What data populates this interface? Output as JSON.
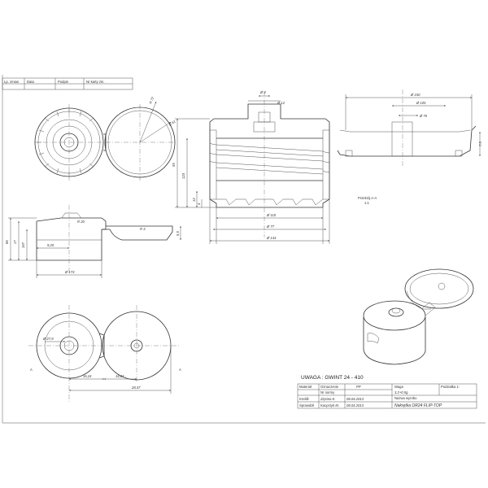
{
  "revision_table": {
    "headers": [
      "Lp. zmian",
      "Data",
      "Podpis",
      "Nr karty zm."
    ]
  },
  "dimensions": {
    "r72": "R 72",
    "r61": "R 61",
    "d4": "Ø 4",
    "d12": "Ø 12",
    "h55": "55",
    "h123": "123",
    "h12": "12",
    "h4": "4",
    "d110": "Ø 110",
    "d77": "Ø 77",
    "d144": "Ø 144",
    "d150": "Ø 150",
    "d105": "Ø 105",
    "d70": "Ø 70",
    "h75": "7,5",
    "side_h1": "86",
    "side_h2": "17",
    "side_h3": "167",
    "side_w1": "9,20",
    "side_d": "Ø 173",
    "side_r": "R 4",
    "side_r2": "R 20",
    "side_s": "5,5",
    "bot_d": "Ø 27,9",
    "bot_w1": "16,24",
    "bot_w2": "16,24",
    "bot_w3": "28,47"
  },
  "section_label": {
    "line1": "Przekrój A-A",
    "line2": "1:1"
  },
  "note": "UWAGA : GWINT 24 - 410",
  "title_block": {
    "material_label": "Materiał",
    "material_value": "PP",
    "oznaczenie_label": "Oznaczenie",
    "nr_normy_label": "Nr normy",
    "waga_label": "Waga",
    "waga_value": "3,2+0,5g",
    "podzialka_label": "Podziałka 1:",
    "kreslil_label": "Kreślił",
    "kreslil_name": "Zięcina K.",
    "kreslil_date": "08.04.2013",
    "sprawdzil_label": "Sprawdził",
    "sprawdzil_name": "Kacprzyk M.",
    "sprawdzil_date": "08.04.2013",
    "nazwa_label": "Nazwa wyrobu",
    "nazwa_value": "Nakrętka OR24 FLIP-TOP"
  },
  "colors": {
    "line": "#333333",
    "paper": "#ffffff"
  }
}
